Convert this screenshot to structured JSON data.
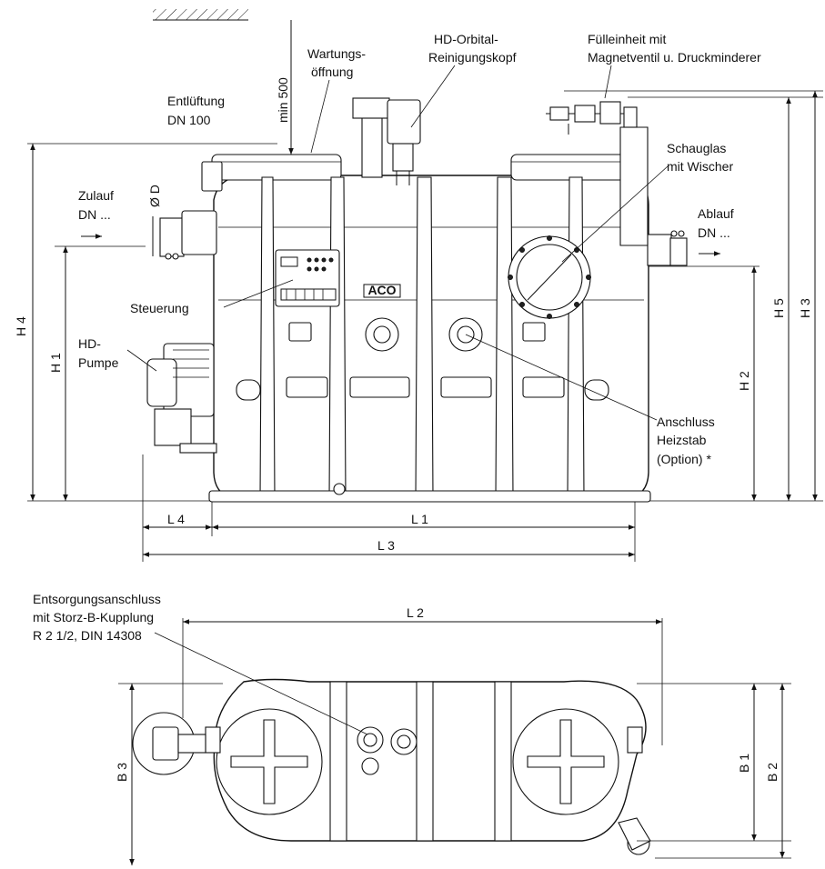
{
  "front_view": {
    "labels": {
      "entlueftung": [
        "Entlüftung",
        "DN 100"
      ],
      "wartung": [
        "Wartungs-",
        "öffnung"
      ],
      "min500": "min 500",
      "hd_kopf": [
        "HD-Orbital-",
        "Reinigungskopf"
      ],
      "fuelleinheit": [
        "Fülleinheit mit",
        "Magnetventil u. Druckminderer"
      ],
      "schauglas": [
        "Schauglas",
        "mit Wischer"
      ],
      "zulauf": [
        "Zulauf",
        "DN ..."
      ],
      "ablauf": [
        "Ablauf",
        "DN ..."
      ],
      "diameter": "Ø D",
      "steuerung": "Steuerung",
      "hd_pumpe": [
        "HD-",
        "Pumpe"
      ],
      "anschluss": [
        "Anschluss",
        "Heizstab",
        "(Option) *"
      ],
      "logo": "ACO"
    },
    "dimensions": {
      "h1": "H 1",
      "h2": "H 2",
      "h3": "H 3",
      "h4": "H 4",
      "h5": "H 5",
      "l1": "L 1",
      "l3": "L 3",
      "l4": "L 4"
    }
  },
  "top_view": {
    "labels": {
      "entsorgung": [
        "Entsorgungsanschluss",
        "mit Storz-B-Kupplung",
        "R 2 1/2, DIN 14308"
      ]
    },
    "dimensions": {
      "l2": "L 2",
      "b1": "B 1",
      "b2": "B 2",
      "b3": "B 3"
    }
  }
}
